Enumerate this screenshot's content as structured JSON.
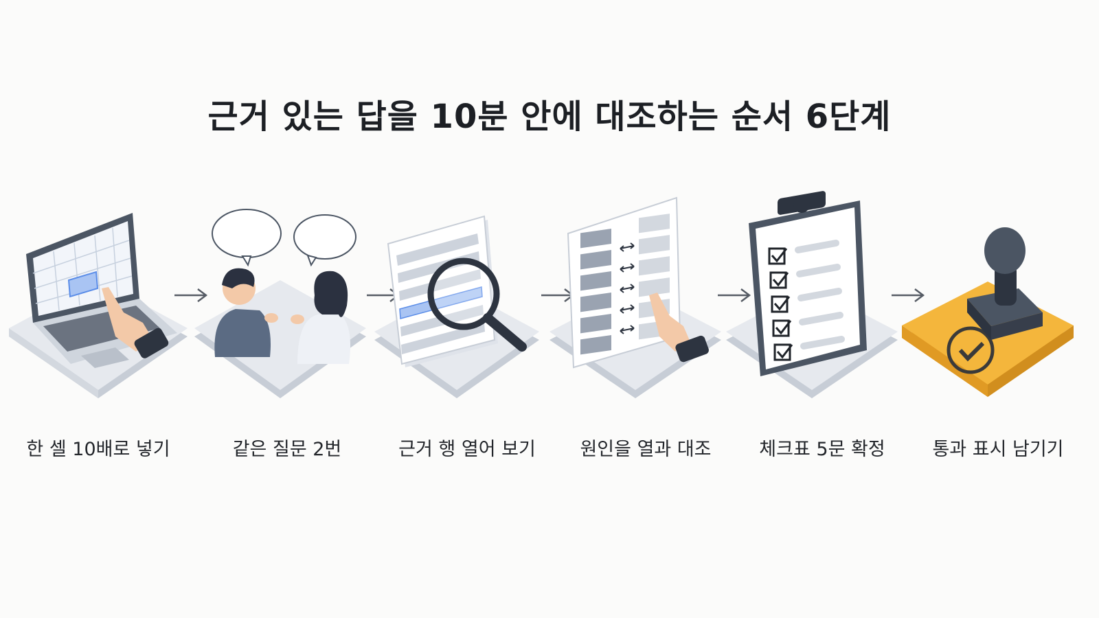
{
  "title": "근거 있는 답을 10분 안에 대조하는 순서 6단계",
  "colors": {
    "platform_top": "#e6e9ee",
    "platform_side": "#c7cdd6",
    "accent_blue": "#5b8de8",
    "highlight_blue": "#a9c4f3",
    "dark_slate": "#4b5563",
    "stamp_orange": "#f4b63c"
  },
  "steps": [
    {
      "label": "한 셀 10배로 넣기",
      "icon": "laptop-spreadsheet-icon"
    },
    {
      "label": "같은 질문 2번",
      "icon": "two-people-conversation-icon"
    },
    {
      "label": "근거 행 열어 보기",
      "icon": "magnifier-document-icon"
    },
    {
      "label": "원인을 열과 대조",
      "icon": "column-compare-icon"
    },
    {
      "label": "체크표 5문 확정",
      "icon": "clipboard-checklist-icon"
    },
    {
      "label": "통과 표시 남기기",
      "icon": "rubber-stamp-icon"
    }
  ]
}
